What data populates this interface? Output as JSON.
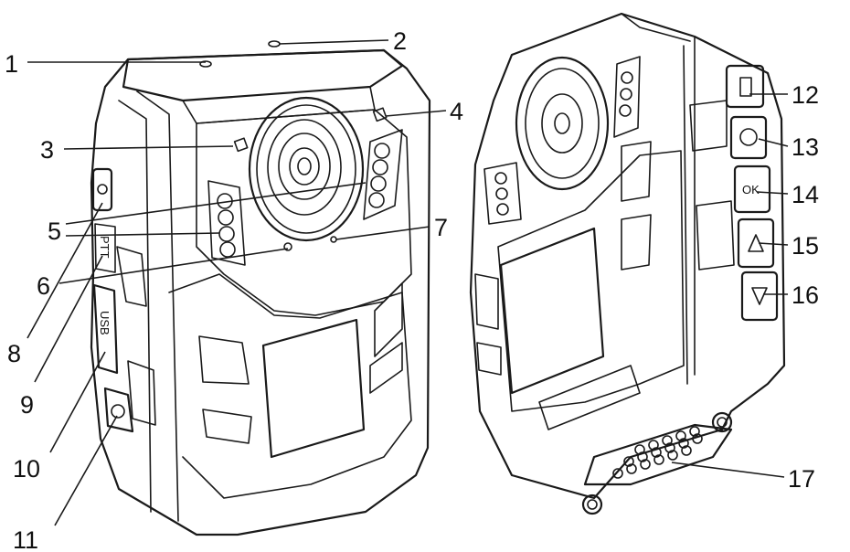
{
  "callouts": [
    "1",
    "2",
    "3",
    "4",
    "5",
    "6",
    "7",
    "8",
    "9",
    "10",
    "11",
    "12",
    "13",
    "14",
    "15",
    "16",
    "17"
  ],
  "side_labels": {
    "ptt": "PTT",
    "usb": "USB"
  },
  "ok_button": "OK",
  "colors": {
    "ink": "#1a1a1a",
    "background": "#ffffff"
  }
}
